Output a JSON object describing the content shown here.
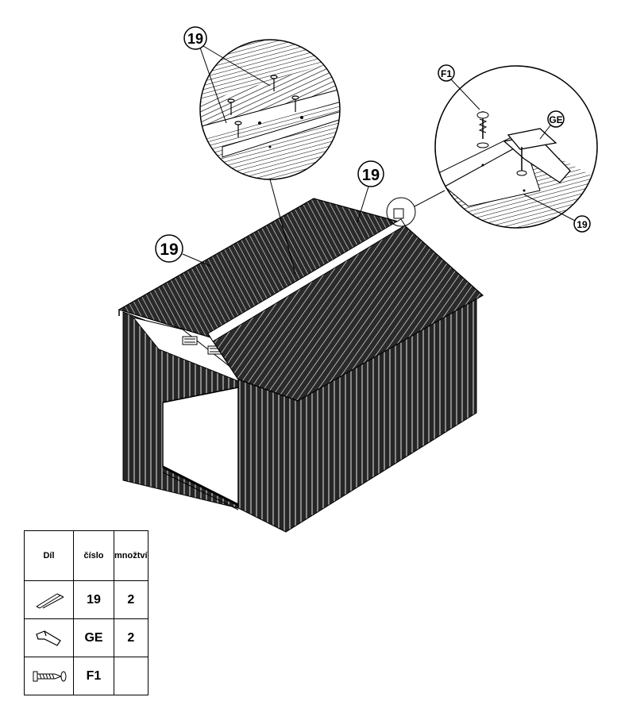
{
  "callouts": {
    "roof_zoom": "19",
    "roof_right": "19",
    "roof_left": "19",
    "screw": "F1",
    "bracket": "GE",
    "ridge_zoom": "19"
  },
  "table": {
    "headers": [
      "Díl",
      "číslo",
      "množtví"
    ],
    "rows": [
      {
        "icon": "roof-panel-icon",
        "number": "19",
        "qty": "2"
      },
      {
        "icon": "bracket-icon",
        "number": "GE",
        "qty": "2"
      },
      {
        "icon": "screw-icon",
        "number": "F1",
        "qty": ""
      }
    ]
  }
}
